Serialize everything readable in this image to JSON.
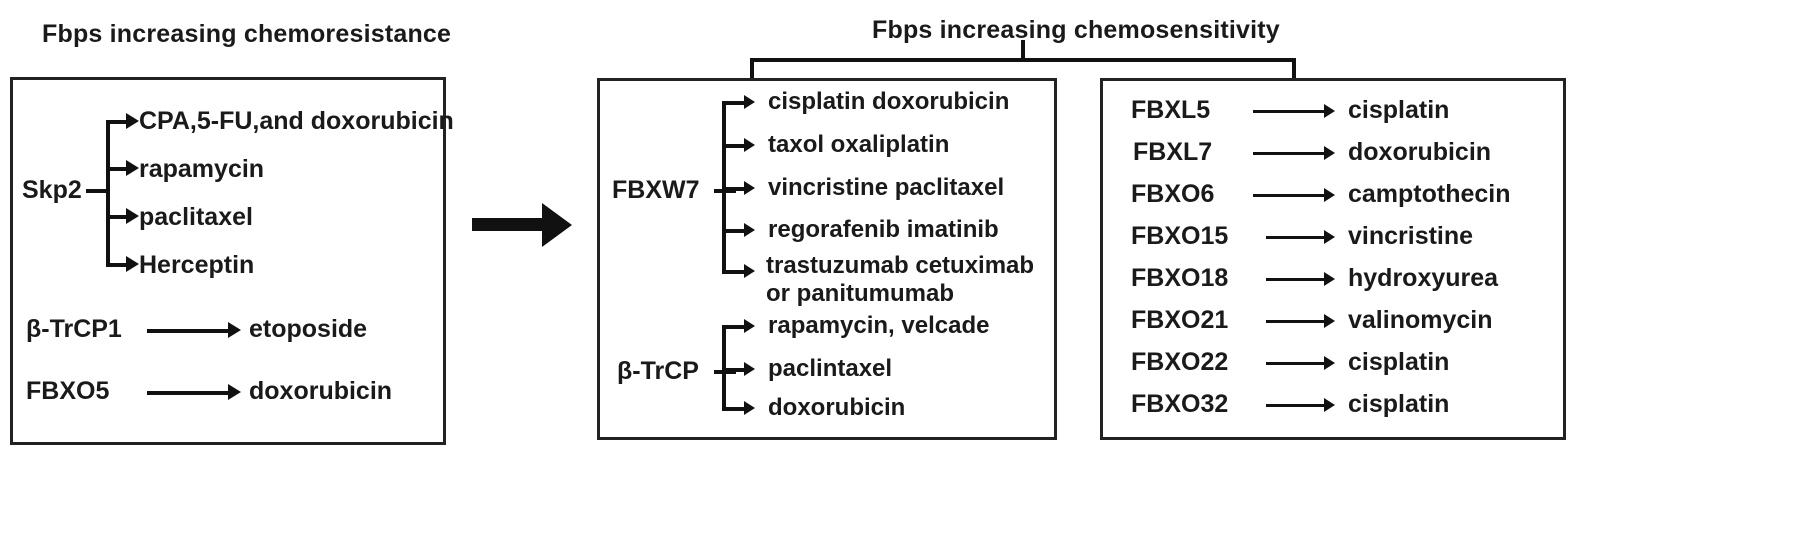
{
  "figure": {
    "left_heading": "Fbps increasing chemoresistance",
    "right_heading": "Fbps increasing  chemosensitivity"
  },
  "left_panel": {
    "name": "chemoresistance-panel",
    "groups": [
      {
        "protein": "Skp2",
        "targets": [
          "CPA,5-FU,and doxorubicin",
          "rapamycin",
          "paclitaxel",
          "Herceptin"
        ]
      }
    ],
    "pairs": [
      {
        "protein": "β-TrCP1",
        "target": "etoposide"
      },
      {
        "protein": "FBXO5",
        "target": "doxorubicin"
      }
    ]
  },
  "middle_panel": {
    "name": "chemosensitivity-panel-fbxw7",
    "groups": [
      {
        "protein": "FBXW7",
        "targets": [
          "cisplatin  doxorubicin",
          "taxol  oxaliplatin",
          "vincristine  paclitaxel",
          "regorafenib  imatinib",
          "trastuzumab cetuximab or panitumumab"
        ],
        "targets_lines": [
          [
            "cisplatin  doxorubicin"
          ],
          [
            "taxol  oxaliplatin"
          ],
          [
            "vincristine  paclitaxel"
          ],
          [
            "regorafenib  imatinib"
          ],
          [
            "trastuzumab cetuximab",
            "or panitumumab"
          ]
        ]
      },
      {
        "protein": "β-TrCP",
        "targets": [
          "rapamycin, velcade",
          "paclintaxel",
          "doxorubicin"
        ]
      }
    ]
  },
  "right_panel": {
    "name": "chemosensitivity-panel-fbxl-fbxo",
    "pairs": [
      {
        "protein": "FBXL5",
        "target": "cisplatin"
      },
      {
        "protein": "FBXL7",
        "target": "doxorubicin"
      },
      {
        "protein": "FBXO6",
        "target": "camptothecin"
      },
      {
        "protein": "FBXO15",
        "target": "vincristine"
      },
      {
        "protein": "FBXO18",
        "target": "hydroxyurea"
      },
      {
        "protein": "FBXO21",
        "target": "valinomycin"
      },
      {
        "protein": "FBXO22",
        "target": "cisplatin"
      },
      {
        "protein": "FBXO32",
        "target": "cisplatin"
      }
    ]
  },
  "colors": {
    "ink": "#111111",
    "border": "#222222",
    "background": "#ffffff"
  }
}
